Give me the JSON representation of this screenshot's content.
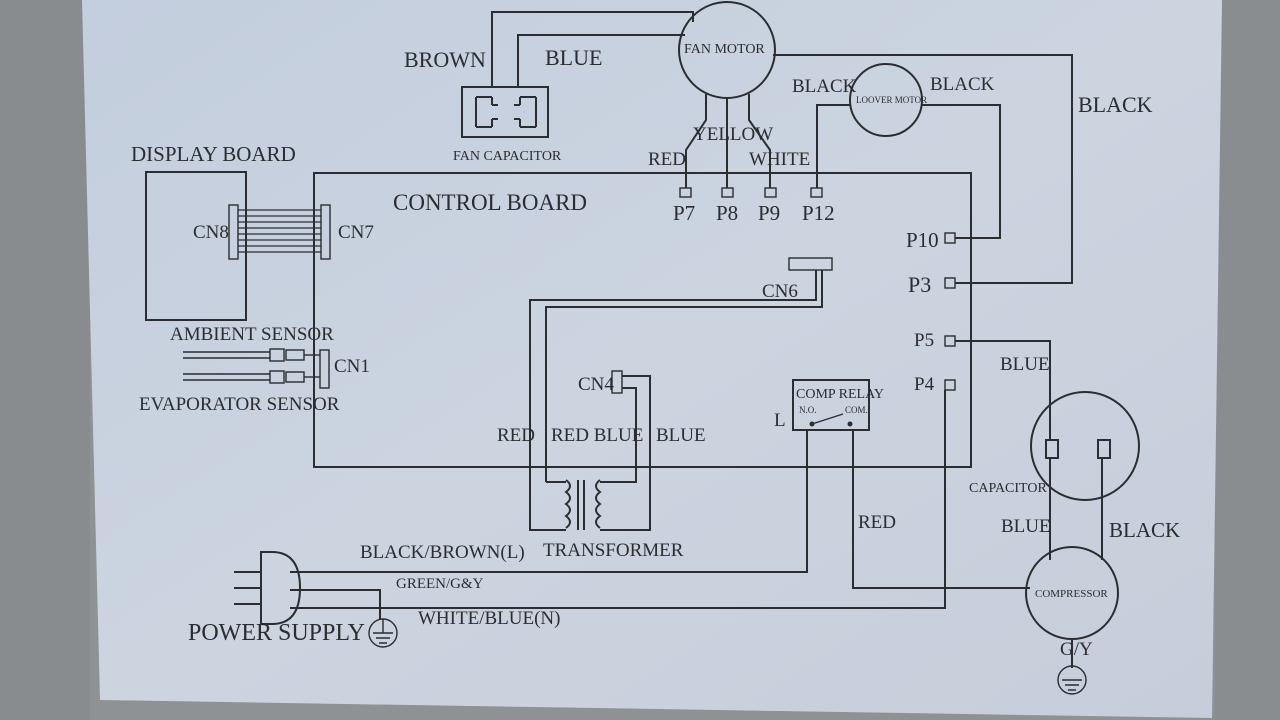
{
  "labels": {
    "brown": "BROWN",
    "blue_top": "BLUE",
    "fan_motor": "FAN MOTOR",
    "fan_capacitor": "FAN CAPACITOR",
    "black_lm_left": "BLACK",
    "black_lm_right": "BLACK",
    "louver_motor": "LOOVER MOTOR",
    "black_far_right": "BLACK",
    "red_fan": "RED",
    "yellow": "YELLOW",
    "white": "WHITE",
    "p7": "P7",
    "p8": "P8",
    "p9": "P9",
    "p12": "P12",
    "display_board": "DISPLAY BOARD",
    "control_board": "CONTROL BOARD",
    "cn8": "CN8",
    "cn7": "CN7",
    "p10": "P10",
    "p3": "P3",
    "cn6": "CN6",
    "p5": "P5",
    "p4": "P4",
    "ambient_sensor": "AMBIENT SENSOR",
    "evaporator_sensor": "EVAPORATOR SENSOR",
    "cn1": "CN1",
    "cn4": "CN4",
    "comp_relay": "COMP RELAY",
    "relay_no": "N.O.",
    "relay_com": "COM.",
    "l": "L",
    "red_tr": "RED",
    "red_blue_tr": "RED BLUE",
    "blue_tr": "BLUE",
    "transformer": "TRANSFORMER",
    "blue_p5": "BLUE",
    "capacitor": "CAPACITOR",
    "blue_comp": "BLUE",
    "black_comp": "BLACK",
    "red_comp": "RED",
    "compressor": "COMPRESSOR",
    "gy": "G/Y",
    "black_brown_l": "BLACK/BROWN(L)",
    "green_gy": "GREEN/G&Y",
    "white_blue_n": "WHITE/BLUE(N)",
    "power_supply": "POWER SUPPLY"
  },
  "colors": {
    "plate": "#c9d2df",
    "ink": "#2b2d30",
    "wall": "#8d9092"
  }
}
